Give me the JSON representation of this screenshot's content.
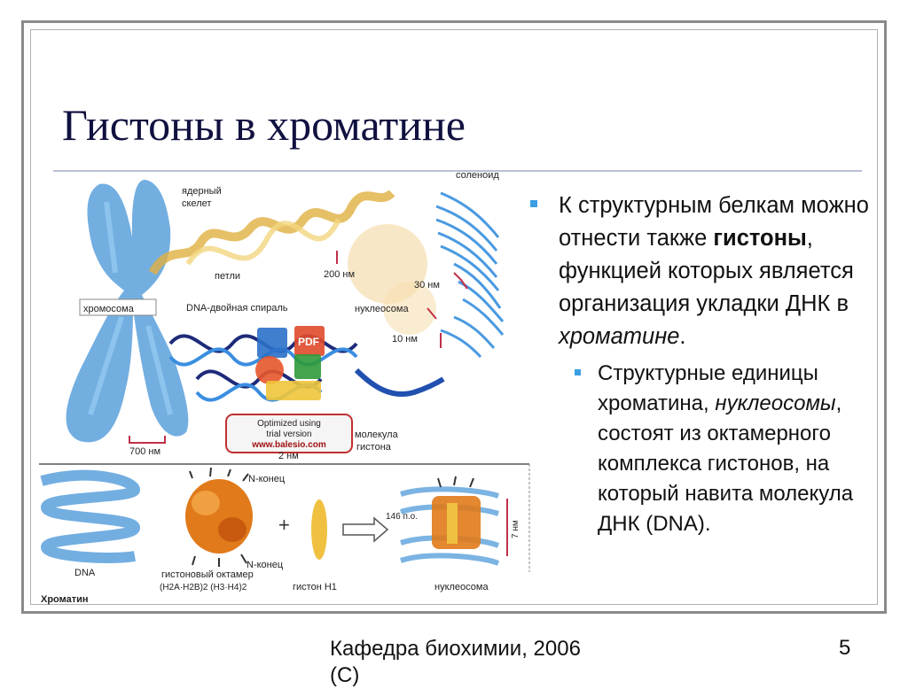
{
  "slide": {
    "title": "Гистоны в хроматине",
    "bullet1": {
      "t1": "К структурным белкам можно отнести также ",
      "bold": "гистоны",
      "t2": ", функцией которых является организация укладки ДНК в ",
      "italic": "хроматине",
      "t3": "."
    },
    "bullet2": {
      "t1": "Структурные единицы хроматина, ",
      "italic": "нуклеосомы",
      "t2": ", состоят из октамерного комплекса гистонов, на который навита молекула ДНК (DNA)."
    },
    "footer": "Кафедра биохимии, 2006 (С)",
    "page_number": "5"
  },
  "figure": {
    "labels": {
      "nuclear_skeleton_1": "ядерный",
      "nuclear_skeleton_2": "скелет",
      "solenoid": "соленоид",
      "loops": "петли",
      "nm200": "200 нм",
      "nm30": "30 нм",
      "chromosome": "хромосома",
      "dna_helix": "DNA-двойная спираль",
      "nucleosome": "нуклеосома",
      "nm10": "10 нм",
      "nm700": "700 нм",
      "nm2": "2 нм",
      "histone_molecule_1": "молекула",
      "histone_molecule_2": "гистона",
      "n_end_top": "N-конец",
      "n_end_bottom": "N-конец",
      "dna": "DNA",
      "octamer": "гистоновый октамер",
      "octamer_formula": "(H2A·H2B)2 (H3·H4)2",
      "histone_h1": "гистон H1",
      "po146": "146 п.о.",
      "nm7": "7 нм",
      "nucleosome_bottom": "нуклеосома",
      "chromatin": "Хроматин"
    },
    "watermark": {
      "line1": "Optimized using",
      "line2": "trial version",
      "line3": "www.balesio.com",
      "pdf_badge": "PDF"
    },
    "colors": {
      "chromosome": "#5aa0dc",
      "fiber": "#e0b040",
      "octamer": "#e07a1a",
      "dna_dark": "#1e2a7a",
      "dna_light": "#3a8ee0",
      "scale": "#c0304a"
    }
  }
}
